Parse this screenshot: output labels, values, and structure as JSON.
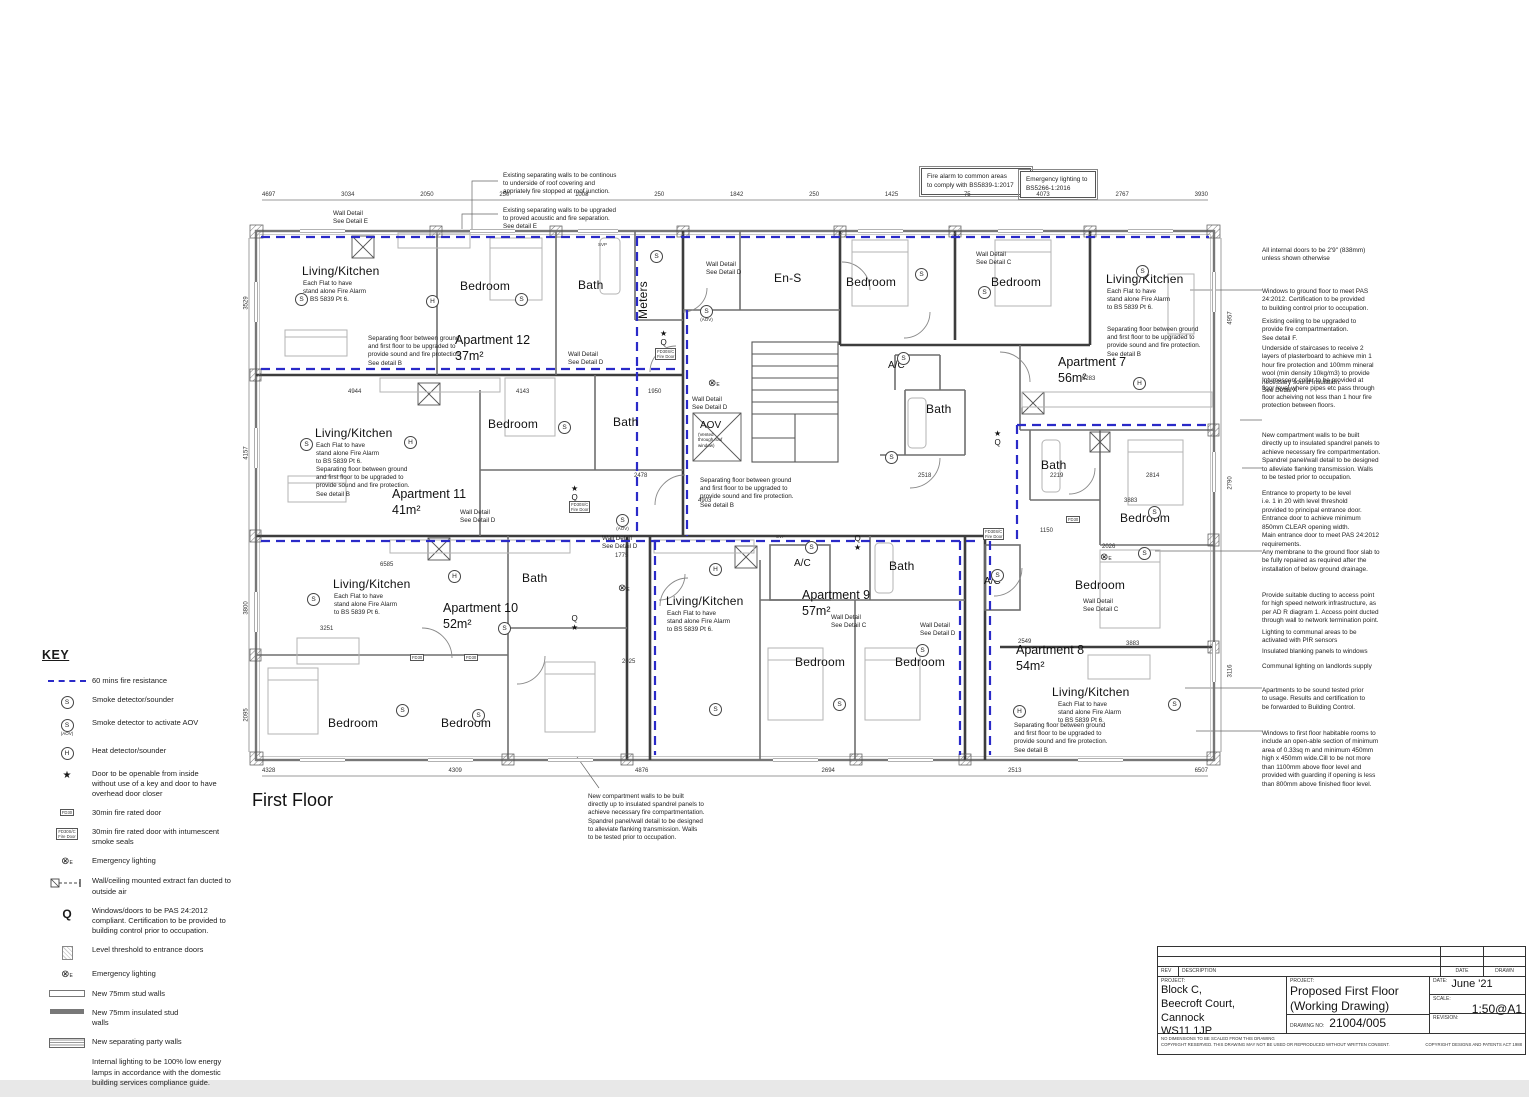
{
  "sheet": {
    "floor_label": "First Floor"
  },
  "top_notes": {
    "note1": "Existing separating walls to be continous\nto underside of roof covering and\nappriately fire stopped at roof junction.",
    "note2": "Existing separating walls to be upgraded\nto proved acoustic and fire separation.\nSee detail E"
  },
  "boxed_notes": {
    "fire_alarm": "Fire alarm to common areas\nto comply with BS5839-1:2017",
    "emergency_lighting": "Emergency lighting to\nBS5266-1:2016"
  },
  "key": {
    "title": "KEY",
    "items": [
      {
        "symbol": "fire-resistance-dashed-line",
        "label": "60 mins fire resistance"
      },
      {
        "symbol": "smoke-detector-icon",
        "label": "Smoke detector/sounder"
      },
      {
        "symbol": "smoke-detector-aov-icon",
        "label": "Smoke detector to activate AOV"
      },
      {
        "symbol": "heat-detector-icon",
        "label": "Heat detector/sounder"
      },
      {
        "symbol": "star-icon",
        "label": "Door to be openable from inside\nwithout use of a key and door to have\noverhead door closer"
      },
      {
        "symbol": "fd30-door-tag",
        "label": "30min fire rated door"
      },
      {
        "symbol": "fd30-smoke-seal-tag",
        "label": "30min fire rated door with intumescent\nsmoke seals"
      },
      {
        "symbol": "emergency-lighting-icon",
        "label": "Emergency lighting"
      },
      {
        "symbol": "extract-fan-icon",
        "label": "Wall/ceiling mounted extract fan ducted to\noutside air"
      },
      {
        "symbol": "pas-q-icon",
        "label": "Windows/doors to be PAS 24:2012\ncompliant. Certification to be provided to\nbuilding control prior to occupation."
      },
      {
        "symbol": "level-threshold-icon",
        "label": "Level threshold to entrance doors"
      },
      {
        "symbol": "emergency-lighting-icon",
        "label": "Emergency lighting"
      },
      {
        "symbol": "stud-wall-swatch",
        "label": "New 75mm stud walls"
      },
      {
        "symbol": "insulated-stud-wall-swatch",
        "label": "New 75mm insulated stud\nwalls"
      },
      {
        "symbol": "party-wall-swatch",
        "label": "New separating party walls"
      },
      {
        "symbol": "none",
        "label": "Internal lighting to be 100% low energy\nlamps in  accordance with the domestic\nbuilding services compliance guide."
      }
    ]
  },
  "notes_right": [
    "All internal doors to be 2'9\" (838mm)\nunless shown otherwise",
    "Windows to ground floor to meet PAS\n24:2012. Certification to be provided\nto building control prior to occupation.",
    "Existing ceiling to be upgraded to\nprovide fire compartmentation.\nSee detail F.",
    "Underside of staircases to receive 2\nlayers of plasterboard to achieve min 1\nhour fire protection and 100mm mineral\nwool (min density 10kg/m3) to provide\nnecessary sound insulation.\nSee Detail A",
    "Intumescent collar to be provided at\nfloor level where pipes etc pass through\nfloor acheiving not less than 1 hour fire\nprotection between floors.",
    "New compartment walls to be built\ndirectly up to insulated spandrel panels to\nachieve necessary fire compartmentation.\nSpandrel panel/wall detail to be designed\nto alleviate flanking transmission. Walls\nto be tested prior to occupation.",
    "Entrance to property to be level\ni.e. 1 in 20 with level threshold\nprovided to principal entrance door.\nEntrance door to achieve minimum\n850mm CLEAR opening width.\nMain entrance door to meet PAS 24:2012\nrequirements.",
    "Any membrane to the ground floor slab to\nbe fully repaired as required after the\ninstallation of below ground drainage.",
    "Provide suitable ducting to access point\nfor high speed network infrastructure, as\nper AD R diagram 1. Access point ducted\nthrough wall to network termination point.",
    "Lighting to communal areas to be\nactivated with PIR sensors",
    "Insulated blanking panels to windows",
    "Communal lighting on landlords supply",
    "Apartments to be sound tested prior\nto usage. Results and certification to\nbe forwarded to Building Control.",
    "Windows to first floor habitable rooms to\ninclude an open-able section of minimum\narea of 0.33sq m and minimum 450mm\nhigh x 450mm wide.Cill to be not more\nthan 1100mm above floor level and\nprovided with guarding if opening is less\nthan 800mm above finished floor level."
  ],
  "plan": {
    "lk": "Living/Kitchen",
    "bedroom": "Bedroom",
    "bath": "Bath",
    "meters": "Meters",
    "ens": "En-S",
    "ac": "A/C",
    "aov": "AOV",
    "aov_sub": "(Vented\nthrough roof\nwindow)",
    "alarm": "Each Flat to have\nstand alone Fire Alarm\nto BS 5839 Pt 6.",
    "sep_floor": "Separating floor between ground\nand first floor to be upgraded to\nprovide sound and fire protection.\nSee detail B",
    "bottom_note": "New compartment walls to be built\ndirectly up to insulated spandrel panels to\nachieve necessary fire compartmentation.\nSpandrel panel/wall detail to be designed\nto alleviate flanking transmission. Walls\nto be tested prior to occupation.",
    "wd_c": "Wall Detail\nSee Detail C",
    "wd_d": "Wall Detail\nSee Detail D",
    "wd_e": "Wall Detail\nSee Detail E",
    "sym": {
      "s": "S",
      "h": "H",
      "q": "Q",
      "star": "★",
      "em": "⊗",
      "e": "E",
      "aov": "(AOV)",
      "svp": "SVP",
      "fd30": "FD30",
      "fd30sc": "FD30S/C\nFire Door"
    },
    "apartments": {
      "a7": {
        "name": "Apartment 7",
        "area": "56m²"
      },
      "a8": {
        "name": "Apartment 8",
        "area": "54m²"
      },
      "a9": {
        "name": "Apartment 9",
        "area": "57m²"
      },
      "a10": {
        "name": "Apartment 10",
        "area": "52m²"
      },
      "a11": {
        "name": "Apartment 11",
        "area": "41m²"
      },
      "a12": {
        "name": "Apartment 12",
        "area": "37m²"
      }
    }
  },
  "dims": {
    "top": [
      "4697",
      "3034",
      "2050",
      "250",
      "1008",
      "250",
      "1842",
      "250",
      "1425",
      "75",
      "4073",
      "2767",
      "3930"
    ],
    "bottom": [
      "4328",
      "4309",
      "4876",
      "2694",
      "2513",
      "6507"
    ],
    "left": [
      "3529",
      "4157",
      "3800",
      "2095"
    ],
    "right": [
      "4957",
      "2790",
      "3116"
    ],
    "plan": [
      "4944",
      "4143",
      "1950",
      "6585",
      "3251",
      "2478",
      "4903",
      "2518",
      "5283",
      "2219",
      "2814",
      "3883",
      "1150",
      "2026",
      "2025",
      "1775",
      "3883",
      "2549"
    ]
  },
  "title_block": {
    "rev_header": {
      "rev": "REV",
      "description": "DESCRIPTION",
      "date": "DATE",
      "drawn": "DRAWN"
    },
    "client_label": "PROJECT:",
    "client": "Block C,\nBeecroft Court,\nCannock\nWS11 1JP",
    "project_label": "PROJECT:",
    "project": "Proposed First Floor\n(Working Drawing)",
    "date_label": "DATE:",
    "date": "June '21",
    "scale_label": "SCALE:",
    "scale": "1:50@A1",
    "drawing_no_label": "DRAWING NO:",
    "drawing_no": "21004/005",
    "revision_label": "REVISION:",
    "footer_line1": "NO DIMENSIONS TO BE SCALED FROM THIS DRAWING",
    "footer_line2": "COPYRIGHT RESERVED.   THIS DRAWING MAY NOT BE USED OR REPRODUCED WITHOUT WRITTEN CONSENT.",
    "footer_line3": "COPYRIGHT DESIGNS AND PATENTS ACT 1988"
  },
  "colors": {
    "fire_line": "#2a2ac8",
    "wall": "#3d3d3d",
    "light_wall": "#777777"
  }
}
